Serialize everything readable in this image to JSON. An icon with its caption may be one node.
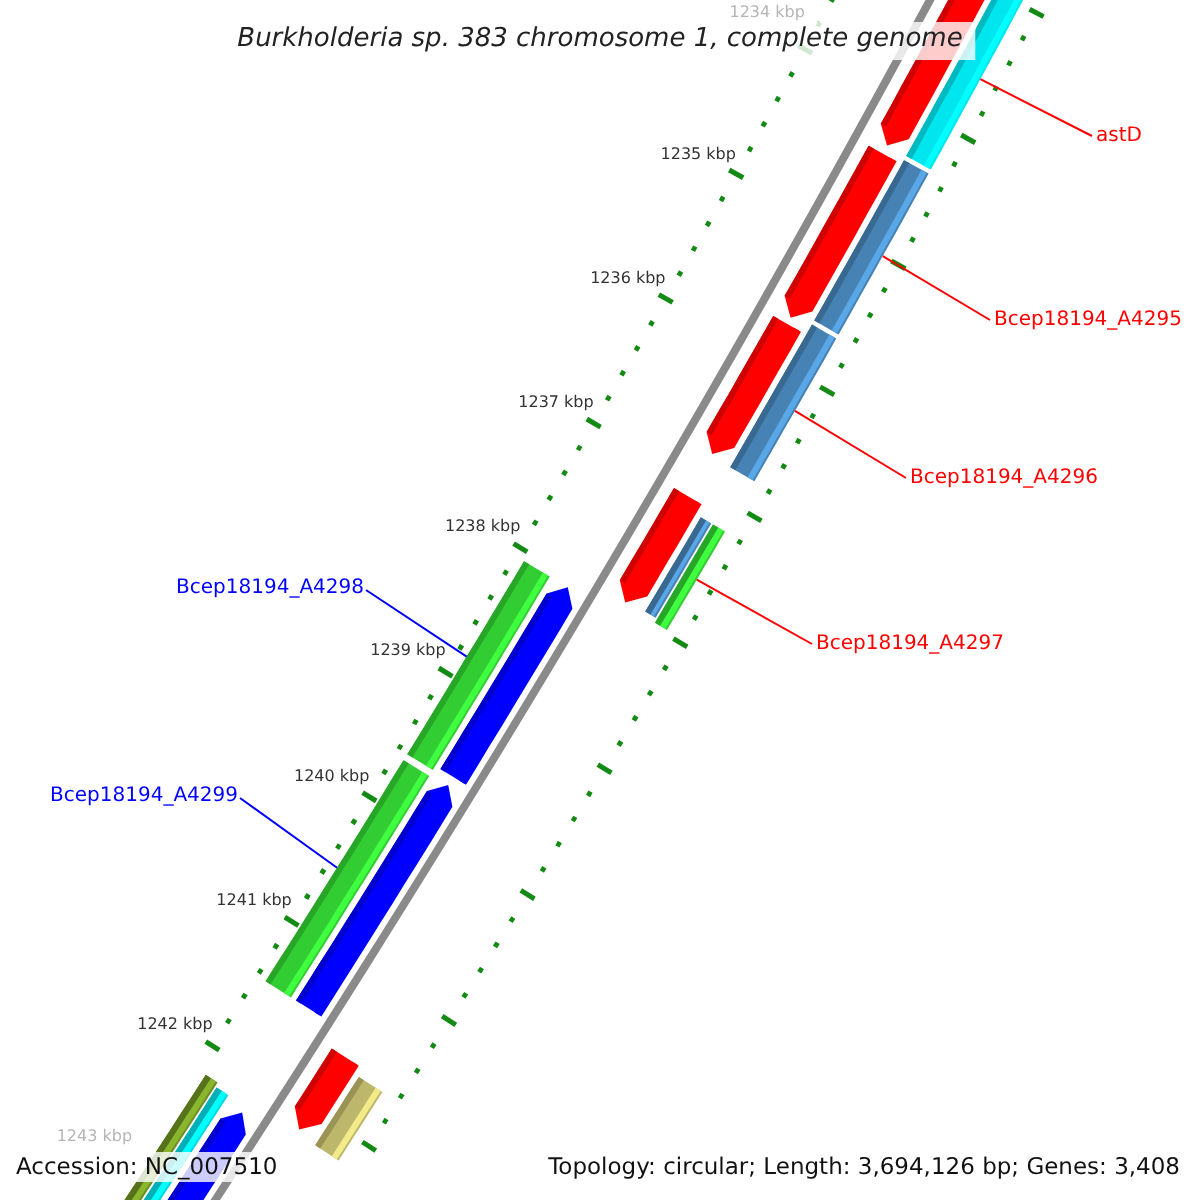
{
  "diagram": {
    "title": "Burkholderia sp. 383 chromosome 1, complete genome",
    "nodes": [
      {
        "text": [
          "astD"
        ]
      },
      {
        "text": [
          "Bcep18194_A4295"
        ]
      },
      {
        "text": [
          "Bcep18194_A4296"
        ]
      },
      {
        "text": [
          "Bcep18194_A4298"
        ]
      },
      {
        "text": [
          "Bcep18194_A4297"
        ]
      },
      {
        "text": [
          "Bcep18194_A4299"
        ]
      },
      {
        "text": [],
        "shape": "bar"
      },
      {
        "text": [],
        "shape": "bar"
      },
      {
        "text": [],
        "shape": "bar"
      },
      {
        "text": [],
        "shape": "bar"
      },
      {
        "text": [],
        "shape": "bar"
      },
      {
        "text": [],
        "shape": "bar"
      }
    ],
    "edges": [
      {
        "from": 0,
        "to": 6,
        "arrow": "none"
      },
      {
        "from": 1,
        "to": 7,
        "arrow": "none"
      },
      {
        "from": 2,
        "to": 8,
        "arrow": "none"
      },
      {
        "from": 3,
        "to": 9,
        "arrow": "none",
        "color": "#0000ff"
      },
      {
        "from": 4,
        "to": 10,
        "arrow": "none"
      },
      {
        "from": 5,
        "to": 11,
        "arrow": "none",
        "color": "#0000ff"
      }
    ],
    "labels": [
      "1234 kbp",
      "1235 kbp",
      "1236 kbp",
      "1237 kbp",
      "1238 kbp",
      "1239 kbp",
      "1240 kbp",
      "1241 kbp",
      "1242 kbp",
      "1243 kbp",
      "Accession: NC_007510",
      "Topology: circular; Length: 3,694,126 bp; Genes: 3,408"
    ]
  }
}
